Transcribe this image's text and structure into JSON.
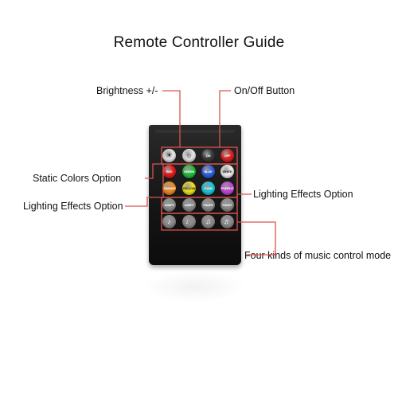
{
  "title": "Remote Controller Guide",
  "labels": {
    "brightness": "Brightness +/-",
    "onoff": "On/Off Button",
    "static_colors": "Static Colors Option",
    "lighting_left": "Lighting Effects Option",
    "lighting_right": "Lighting Effects Option",
    "music": "Four kinds of music control mode"
  },
  "colors": {
    "leader_line": "#d9534f",
    "remote_body": "#161616"
  },
  "buttons": {
    "row1": [
      {
        "text": "",
        "glyph": "☀",
        "icon": "brightness-up-icon",
        "color": "#e6e6e6"
      },
      {
        "text": "",
        "glyph": "☼",
        "icon": "brightness-down-icon",
        "color": "#e6e6e6"
      },
      {
        "text": "ON",
        "glyph": "",
        "icon": "",
        "color": "#3a3a3a"
      },
      {
        "text": "OFF",
        "glyph": "",
        "icon": "",
        "color": "#e02020"
      }
    ],
    "row2": [
      {
        "text": "RED",
        "color": "#e51b1b"
      },
      {
        "text": "GREEN",
        "color": "#1fbf3a"
      },
      {
        "text": "BLUE",
        "color": "#2f5fe0"
      },
      {
        "text": "WHITE",
        "color": "#f2f2f2"
      }
    ],
    "row3": [
      {
        "text": "ORANGE",
        "color": "#f08a1c"
      },
      {
        "text": "YELLOW",
        "color": "#f2e21c"
      },
      {
        "text": "CYAN",
        "color": "#1cc6d9"
      },
      {
        "text": "PURPLE",
        "color": "#c447d6"
      }
    ],
    "row4": [
      {
        "text": "JUMP3",
        "color": "#8c8c8c"
      },
      {
        "text": "JUMP7",
        "color": "#8c8c8c"
      },
      {
        "text": "FADE3",
        "color": "#8c8c8c"
      },
      {
        "text": "FADE7",
        "color": "#8c8c8c"
      }
    ],
    "row5": [
      {
        "text": "",
        "glyph": "♪",
        "icon": "music-note-icon",
        "color": "#8c8c8c"
      },
      {
        "text": "",
        "glyph": "♩",
        "icon": "music-note-icon",
        "color": "#8c8c8c"
      },
      {
        "text": "",
        "glyph": "♫",
        "icon": "music-note-icon",
        "color": "#8c8c8c"
      },
      {
        "text": "",
        "glyph": "♬",
        "icon": "music-note-icon",
        "color": "#8c8c8c"
      }
    ]
  }
}
